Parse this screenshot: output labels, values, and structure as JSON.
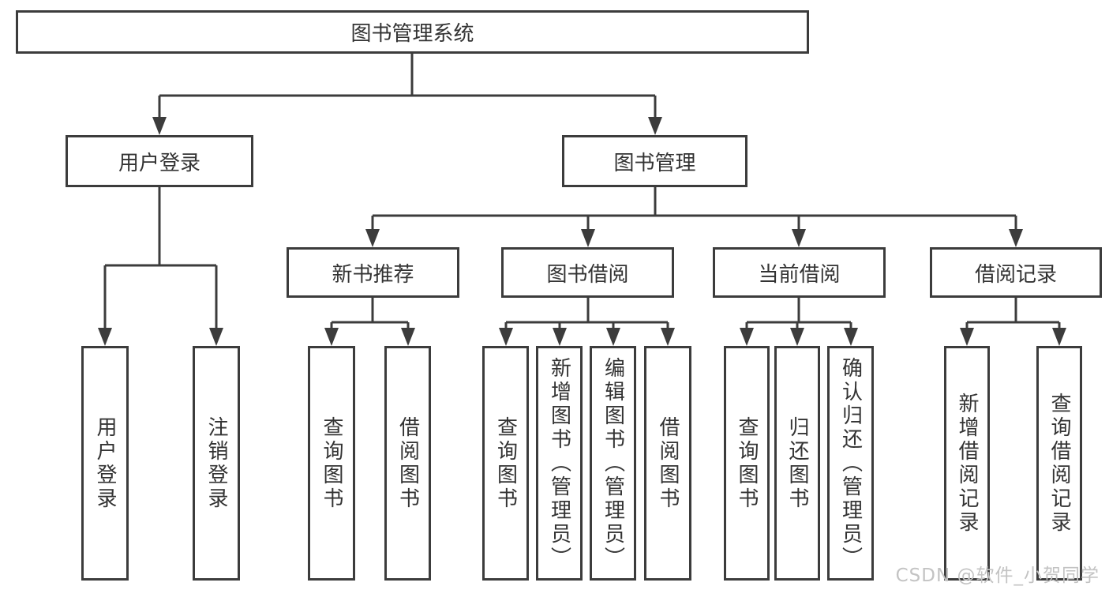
{
  "diagram": {
    "root": {
      "label": "图书管理系统"
    },
    "branches": [
      {
        "label": "用户登录",
        "children": [
          {
            "label": "用户登录"
          },
          {
            "label": "注销登录"
          }
        ]
      },
      {
        "label": "图书管理",
        "children": [
          {
            "label": "新书推荐",
            "children": [
              {
                "label": "查询图书"
              },
              {
                "label": "借阅图书"
              }
            ]
          },
          {
            "label": "图书借阅",
            "children": [
              {
                "label": "查询图书"
              },
              {
                "label": "新增图书（管理员）"
              },
              {
                "label": "编辑图书（管理员）"
              },
              {
                "label": "借阅图书"
              }
            ]
          },
          {
            "label": "当前借阅",
            "children": [
              {
                "label": "查询图书"
              },
              {
                "label": "归还图书"
              },
              {
                "label": "确认归还（管理员）"
              }
            ]
          },
          {
            "label": "借阅记录",
            "children": [
              {
                "label": "新增借阅记录"
              },
              {
                "label": "查询借阅记录"
              }
            ]
          }
        ]
      }
    ]
  },
  "watermark": {
    "text": "CSDN @软件_小贺同学"
  },
  "colors": {
    "stroke": "#3c3c3c",
    "text": "#333333",
    "watermark": "#c3c3c3",
    "background": "#ffffff"
  }
}
